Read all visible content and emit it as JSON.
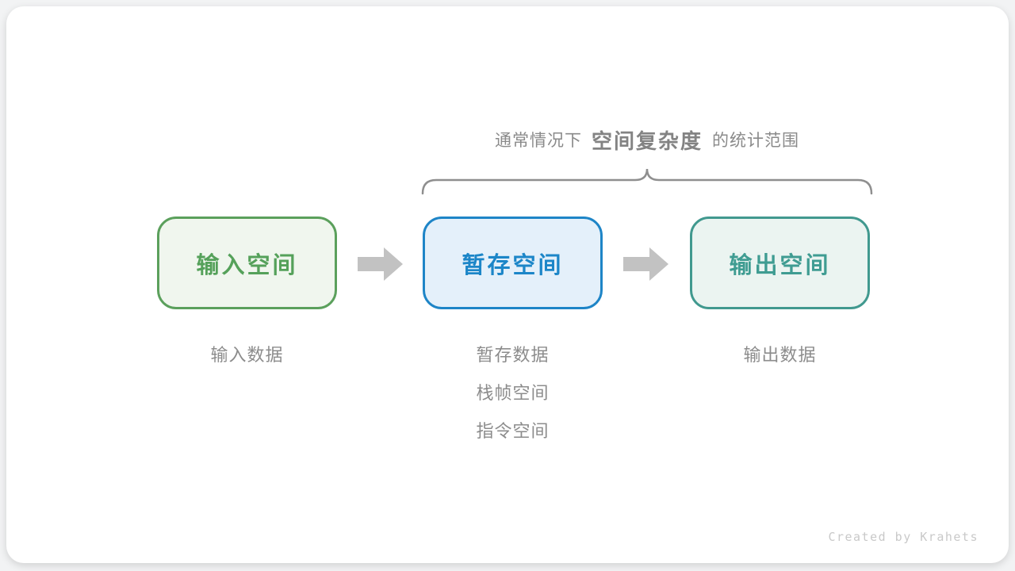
{
  "title": {
    "prefix": "通常情况下",
    "emphasis": "空间复杂度",
    "suffix": "的统计范围"
  },
  "boxes": [
    {
      "label": "输入空间",
      "border_color": "#5ba05c",
      "bg_color": "#f0f6ee",
      "text_color": "#55a15a"
    },
    {
      "label": "暂存空间",
      "border_color": "#1e85c7",
      "bg_color": "#e4f0fa",
      "text_color": "#1c86c8"
    },
    {
      "label": "输出空间",
      "border_color": "#41998f",
      "bg_color": "#ebf4f1",
      "text_color": "#3f9c92"
    }
  ],
  "notes": [
    {
      "lines": [
        "输入数据"
      ]
    },
    {
      "lines": [
        "暂存数据",
        "栈帧空间",
        "指令空间"
      ]
    },
    {
      "lines": [
        "输出数据"
      ]
    }
  ],
  "icons": {
    "arrow": "block-arrow-right",
    "brace": "horizontal-curly-brace"
  },
  "colors": {
    "arrow": "#c2c2c2",
    "brace": "#8f8f8f",
    "note_text": "#8c8c8c",
    "title_text": "#8a8a8a",
    "card_bg": "#ffffff"
  },
  "footer": {
    "credit": "Created by Krahets"
  }
}
